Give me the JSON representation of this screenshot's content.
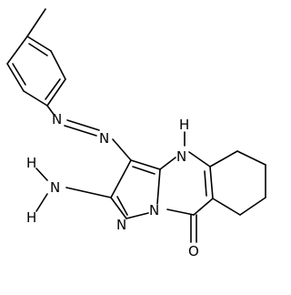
{
  "molecule": {
    "atom_labels": {
      "n_azo_1": "N",
      "n_azo_2": "N",
      "n_nh": "N",
      "h_nh": "H",
      "n_amine": "N",
      "h_amine_top": "H",
      "h_amine_bottom": "H",
      "n_pyrazole": "N",
      "n_bridge": "N",
      "o_carbonyl": "O"
    },
    "colors": {
      "bond": "#000000",
      "text": "#000000",
      "background": "#ffffff"
    }
  }
}
